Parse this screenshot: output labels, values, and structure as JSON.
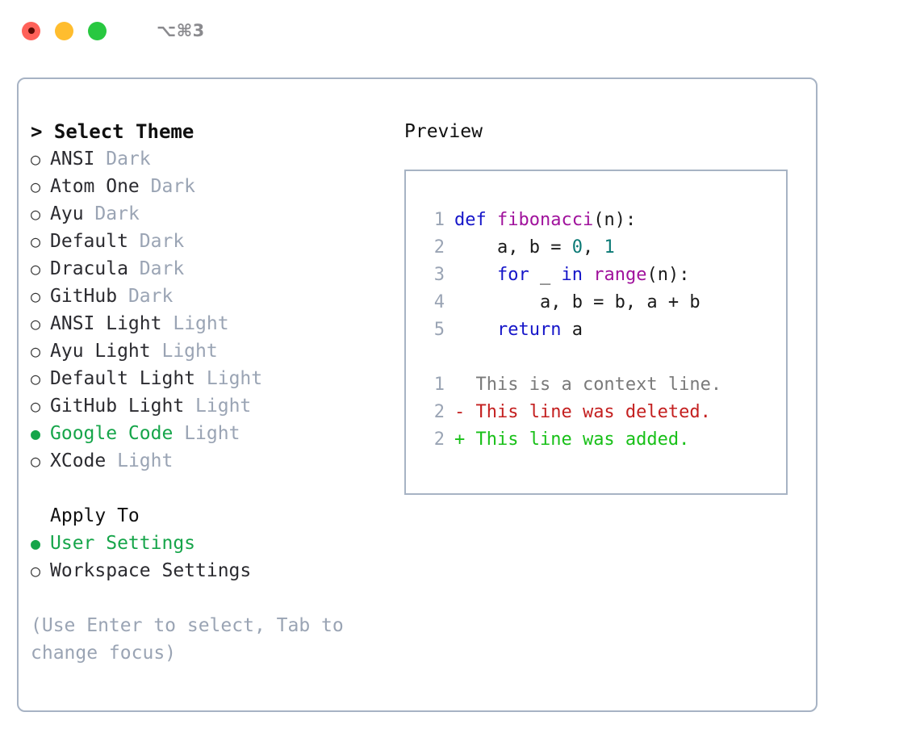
{
  "titlebar": {
    "shortcut": "⌥⌘3",
    "buttons": [
      {
        "name": "close",
        "color": "#ff6159"
      },
      {
        "name": "minimize",
        "color": "#ffbd2e"
      },
      {
        "name": "maximize",
        "color": "#28c840"
      }
    ]
  },
  "theme_picker": {
    "header": "> Select Theme",
    "items": [
      {
        "bullet": "○",
        "name": "ANSI",
        "category": "Dark",
        "selected": false
      },
      {
        "bullet": "○",
        "name": "Atom One",
        "category": "Dark",
        "selected": false
      },
      {
        "bullet": "○",
        "name": "Ayu",
        "category": "Dark",
        "selected": false
      },
      {
        "bullet": "○",
        "name": "Default",
        "category": "Dark",
        "selected": false
      },
      {
        "bullet": "○",
        "name": "Dracula",
        "category": "Dark",
        "selected": false
      },
      {
        "bullet": "○",
        "name": "GitHub",
        "category": "Dark",
        "selected": false
      },
      {
        "bullet": "○",
        "name": "ANSI Light",
        "category": "Light",
        "selected": false
      },
      {
        "bullet": "○",
        "name": "Ayu Light",
        "category": "Light",
        "selected": false
      },
      {
        "bullet": "○",
        "name": "Default Light",
        "category": "Light",
        "selected": false
      },
      {
        "bullet": "○",
        "name": "GitHub Light",
        "category": "Light",
        "selected": false
      },
      {
        "bullet": "●",
        "name": "Google Code",
        "category": "Light",
        "selected": true
      },
      {
        "bullet": "○",
        "name": "XCode",
        "category": "Light",
        "selected": false
      }
    ]
  },
  "apply_to": {
    "header": "Apply To",
    "options": [
      {
        "bullet": "●",
        "label": "User Settings",
        "selected": true
      },
      {
        "bullet": "○",
        "label": "Workspace Settings",
        "selected": false
      }
    ]
  },
  "hint": "(Use Enter to select, Tab to change focus)",
  "preview": {
    "title": "Preview",
    "code_lines": [
      {
        "lineno": "1",
        "tokens": [
          {
            "text": "def ",
            "kind": "kw"
          },
          {
            "text": "fibonacci",
            "kind": "fn"
          },
          {
            "text": "(n):",
            "kind": "pl"
          }
        ]
      },
      {
        "lineno": "2",
        "tokens": [
          {
            "text": "    a, b = ",
            "kind": "pl"
          },
          {
            "text": "0",
            "kind": "num"
          },
          {
            "text": ", ",
            "kind": "pl"
          },
          {
            "text": "1",
            "kind": "num"
          }
        ]
      },
      {
        "lineno": "3",
        "tokens": [
          {
            "text": "    ",
            "kind": "pl"
          },
          {
            "text": "for",
            "kind": "kw"
          },
          {
            "text": " _ ",
            "kind": "pl"
          },
          {
            "text": "in",
            "kind": "kw"
          },
          {
            "text": " ",
            "kind": "pl"
          },
          {
            "text": "range",
            "kind": "fn"
          },
          {
            "text": "(n):",
            "kind": "pl"
          }
        ]
      },
      {
        "lineno": "4",
        "tokens": [
          {
            "text": "        a, b = b, a + b",
            "kind": "pl"
          }
        ]
      },
      {
        "lineno": "5",
        "tokens": [
          {
            "text": "    ",
            "kind": "pl"
          },
          {
            "text": "return",
            "kind": "kw"
          },
          {
            "text": " a",
            "kind": "pl"
          }
        ]
      }
    ],
    "diff_lines": [
      {
        "lineno": "1",
        "marker": " ",
        "text": "This is a context line.",
        "kind": "ctx"
      },
      {
        "lineno": "2",
        "marker": "-",
        "text": "This line was deleted.",
        "kind": "del"
      },
      {
        "lineno": "2",
        "marker": "+",
        "text": "This line was added.",
        "kind": "add"
      }
    ]
  },
  "colors": {
    "border": "#a7b3c4",
    "selected_green": "#16a54a",
    "muted": "#9aa4b4",
    "keyword": "#1616c9",
    "function": "#a0129c",
    "number": "#0c7a76",
    "diff_add": "#18c018",
    "diff_del": "#c42020",
    "diff_ctx": "#7a7a7a"
  }
}
